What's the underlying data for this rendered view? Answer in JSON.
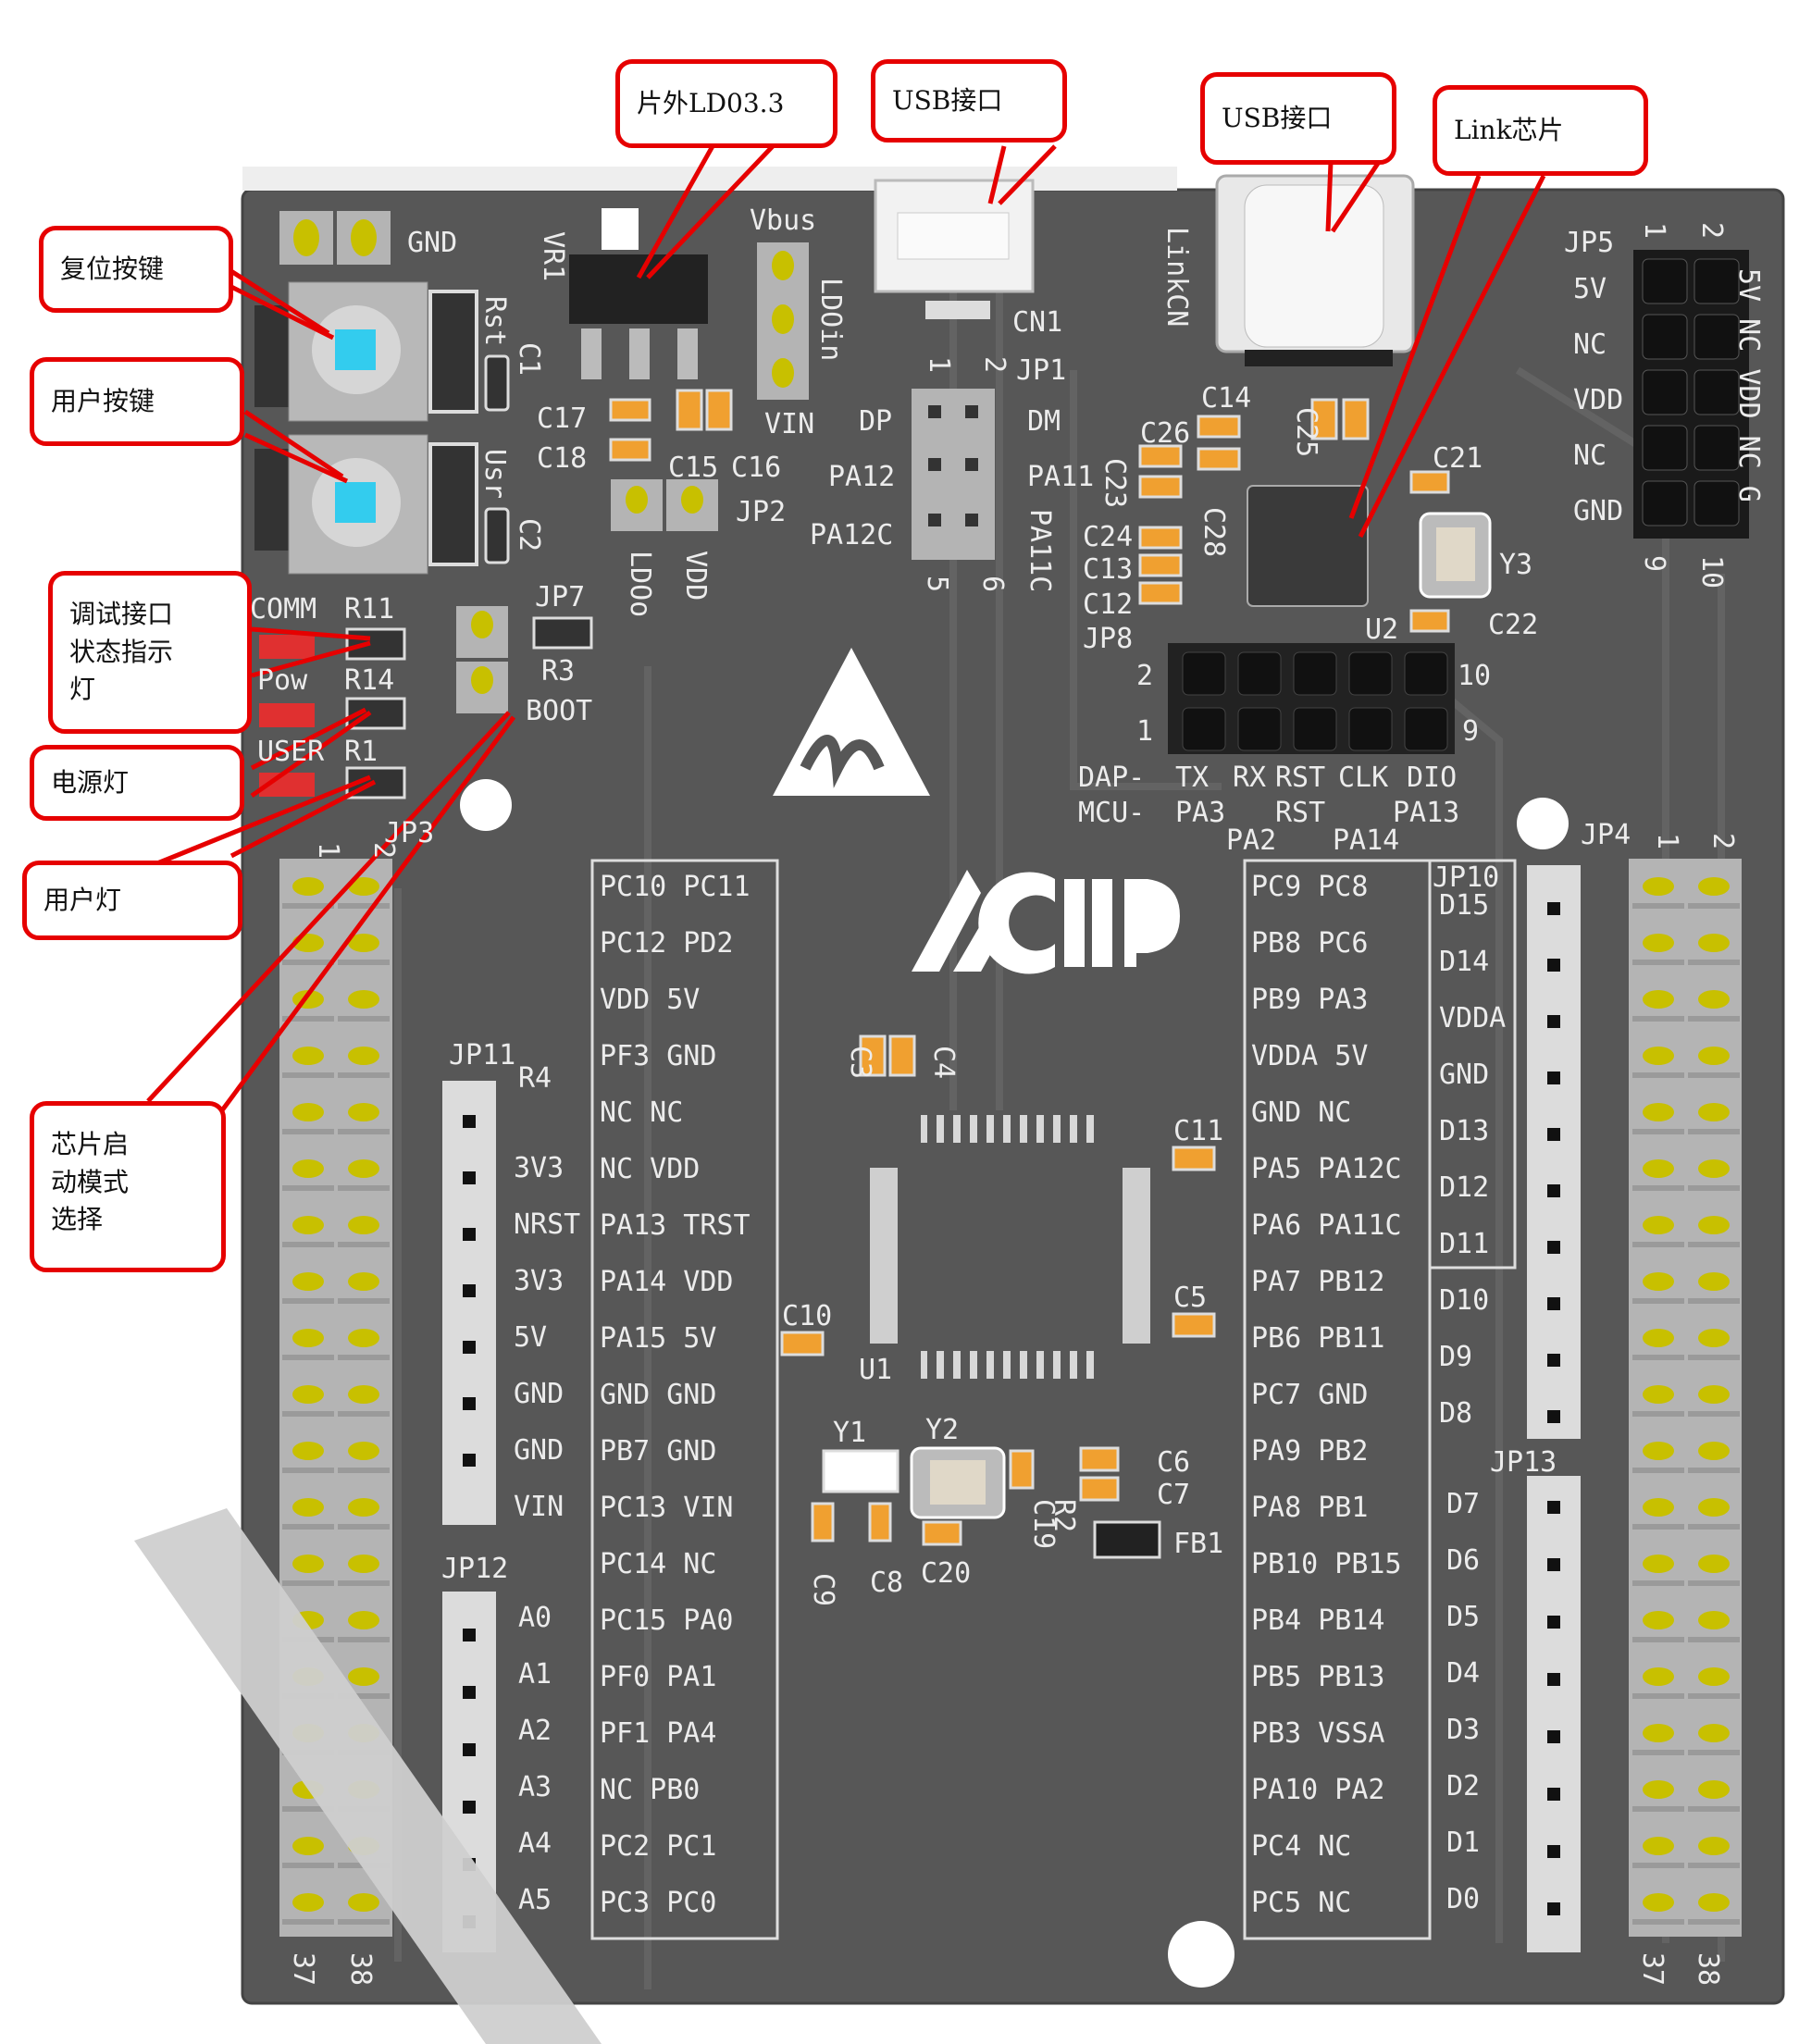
{
  "colors": {
    "board": "#575757",
    "silk": "#e8e8e8",
    "callout": "#e60000",
    "header": "#b4b4b4",
    "pin": "#c8c000",
    "cap": "#f0a030"
  },
  "callouts": {
    "ldo": "片外LD03.3",
    "usb1": "USB接口",
    "usb2": "USB接口",
    "link": "Link芯片",
    "reset": "复位按键",
    "user_key": "用户按键",
    "debug": "调试接口\n状态指示\n灯",
    "power": "电源灯",
    "user_led": "用户灯",
    "boot": "芯片启\n动模式\n选择"
  },
  "silk": {
    "gnd_top": "GND",
    "vr1": "VR1",
    "rst": "Rst",
    "c1": "C1",
    "usr": "Usr",
    "c2": "C2",
    "vbus": "Vbus",
    "ldoin": "LDOin",
    "vin_top": "VIN",
    "c17": "C17",
    "c18": "C18",
    "c15": "C15",
    "c16": "C16",
    "jp2": "JP2",
    "ldoo": "LDOo",
    "vdd_jp2": "VDD",
    "cn1": "CN1",
    "jp1": "JP1",
    "dp": "DP",
    "dm": "DM",
    "pa12": "PA12",
    "pa11": "PA11",
    "pa12c": "PA12C",
    "pa11c": "PA11C",
    "jp1_1": "1",
    "jp1_2": "2",
    "jp1_5": "5",
    "jp1_6": "6",
    "linkcn": "LinkCN",
    "c14": "C14",
    "c25": "C25",
    "c26": "C26",
    "c23": "C23",
    "c28": "C28",
    "c24": "C24",
    "c13": "C13",
    "c12": "C12",
    "c21": "C21",
    "y3": "Y3",
    "c22": "C22",
    "u2": "U2",
    "jp8": "JP8",
    "jp8_2": "2",
    "jp8_1": "1",
    "jp8_10": "10",
    "jp8_9": "9",
    "dap": "DAP-",
    "mcu": "MCU-",
    "dap_pins": [
      "TX",
      "RX",
      "RST",
      "CLK",
      "DIO"
    ],
    "mcu_pins": [
      "PA3",
      "PA2",
      "RST",
      "PA14",
      "PA13"
    ],
    "jp5": "JP5",
    "jp5_1": "1",
    "jp5_2": "2",
    "jp5_9": "9",
    "jp5_10": "10",
    "jp5_left": [
      "5V",
      "NC",
      "VDD",
      "NC",
      "GND"
    ],
    "jp5_right": "5V NC VDD NC G",
    "comm": "COMM",
    "r11": "R11",
    "pow": "Pow",
    "r14": "R14",
    "user": "USER",
    "r1": "R1",
    "jp7": "JP7",
    "r3": "R3",
    "boot": "BOOT",
    "jp3": "JP3",
    "jp3_1": "1",
    "jp3_2": "2",
    "jp3_37": "37",
    "jp3_38": "38",
    "jp4": "JP4",
    "jp4_1": "1",
    "jp4_2": "2",
    "jp4_37": "37",
    "jp4_38": "38",
    "jp11": "JP11",
    "r4": "R4",
    "jp12": "JP12",
    "jp10": "JP10",
    "jp13": "JP13",
    "c3": "C3",
    "c4": "C4",
    "c11": "C11",
    "c5": "C5",
    "c10": "C10",
    "u1": "U1",
    "y1": "Y1",
    "y2": "Y2",
    "c9": "C9",
    "c8": "C8",
    "c20": "C20",
    "c19": "C19",
    "r2": "R2",
    "c6": "C6",
    "c7": "C7",
    "fb1": "FB1"
  },
  "jp11_labels": [
    "3V3",
    "NRST",
    "3V3",
    "5V",
    "GND",
    "GND",
    "VIN"
  ],
  "jp12_labels": [
    "A0",
    "A1",
    "A2",
    "A3",
    "A4",
    "A5"
  ],
  "left_table": [
    "PC10  PC11",
    "PC12  PD2",
    "VDD  5V",
    "PF3  GND",
    "NC  NC",
    "NC  VDD",
    "PA13  TRST",
    "PA14  VDD",
    "PA15  5V",
    "GND  GND",
    "PB7  GND",
    "PC13  VIN",
    "PC14  NC",
    "PC15  PA0",
    "PF0  PA1",
    "PF1  PA4",
    "NC  PB0",
    "PC2  PC1",
    "PC3  PC0"
  ],
  "right_table": [
    "PC9  PC8",
    "PB8  PC6",
    "PB9  PA3",
    "VDDA  5V",
    "GND  NC",
    "PA5  PA12C",
    "PA6  PA11C",
    "PA7  PB12",
    "PB6  PB11",
    "PC7  GND",
    "PA9  PB2",
    "PA8  PB1",
    "PB10  PB15",
    "PB4  PB14",
    "PB5  PB13",
    "PB3  VSSA",
    "PA10  PA2",
    "PC4  NC",
    "PC5  NC"
  ],
  "jp10_labels": [
    "D15",
    "D14",
    "VDDA",
    "GND",
    "D13",
    "D12",
    "D11",
    "D10",
    "D9",
    "D8"
  ],
  "jp13_labels": [
    "D7",
    "D6",
    "D5",
    "D4",
    "D3",
    "D2",
    "D1",
    "D0"
  ]
}
